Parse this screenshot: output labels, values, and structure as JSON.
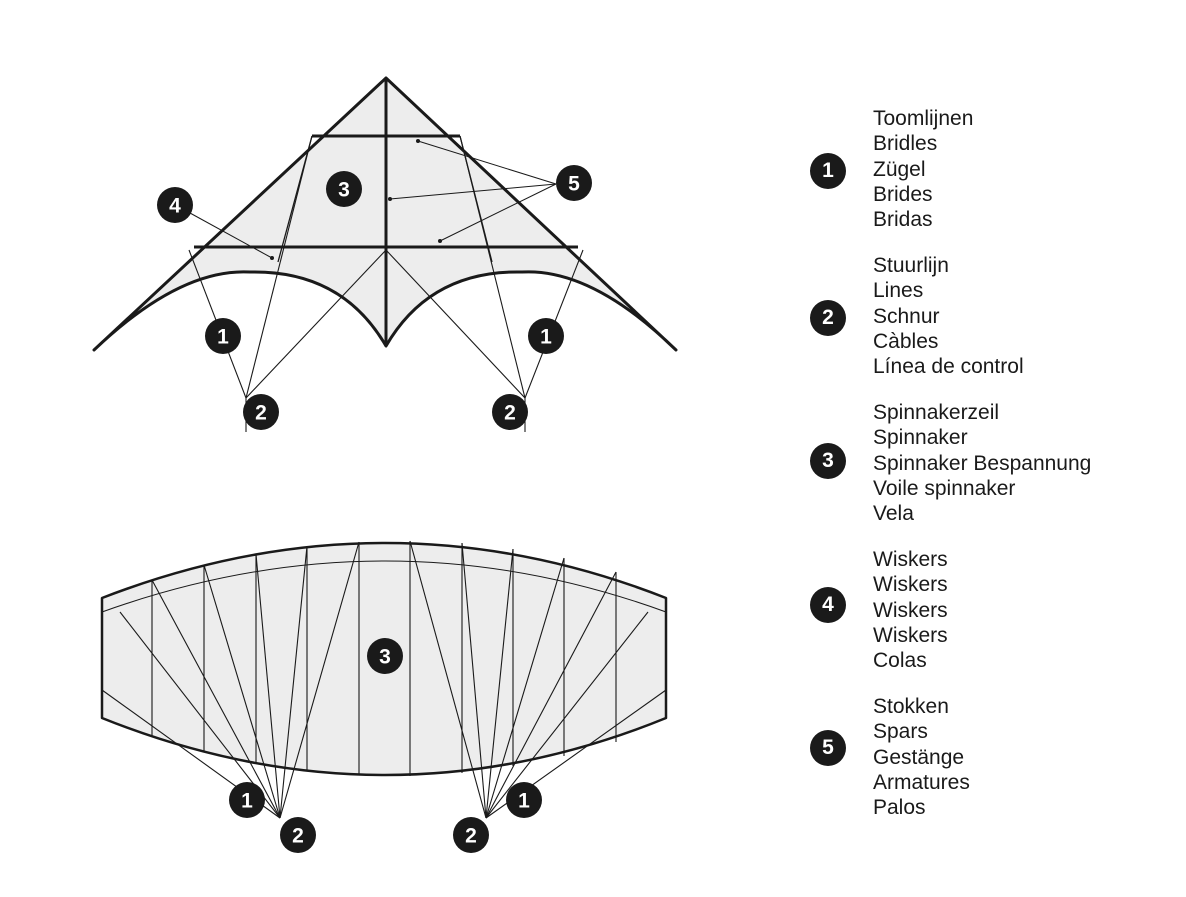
{
  "markers": {
    "bridles": "1",
    "lines": "2",
    "spinnaker": "3",
    "wiskers": "4",
    "spars": "5"
  },
  "legend": [
    {
      "number": "1",
      "labels": [
        "Toomlijnen",
        "Bridles",
        "Zügel",
        "Brides",
        "Bridas"
      ]
    },
    {
      "number": "2",
      "labels": [
        "Stuurlijn",
        "Lines",
        "Schnur",
        "Càbles",
        "Línea de control"
      ]
    },
    {
      "number": "3",
      "labels": [
        "Spinnakerzeil",
        "Spinnaker",
        "Spinnaker Bespannung",
        "Voile spinnaker",
        "Vela"
      ]
    },
    {
      "number": "4",
      "labels": [
        "Wiskers",
        "Wiskers",
        "Wiskers",
        "Wiskers",
        "Colas"
      ]
    },
    {
      "number": "5",
      "labels": [
        "Stokken",
        "Spars",
        "Gestänge",
        "Armatures",
        "Palos"
      ]
    }
  ],
  "colors": {
    "ink": "#1a1a1a",
    "fill": "#ededed",
    "background": "#ffffff"
  }
}
